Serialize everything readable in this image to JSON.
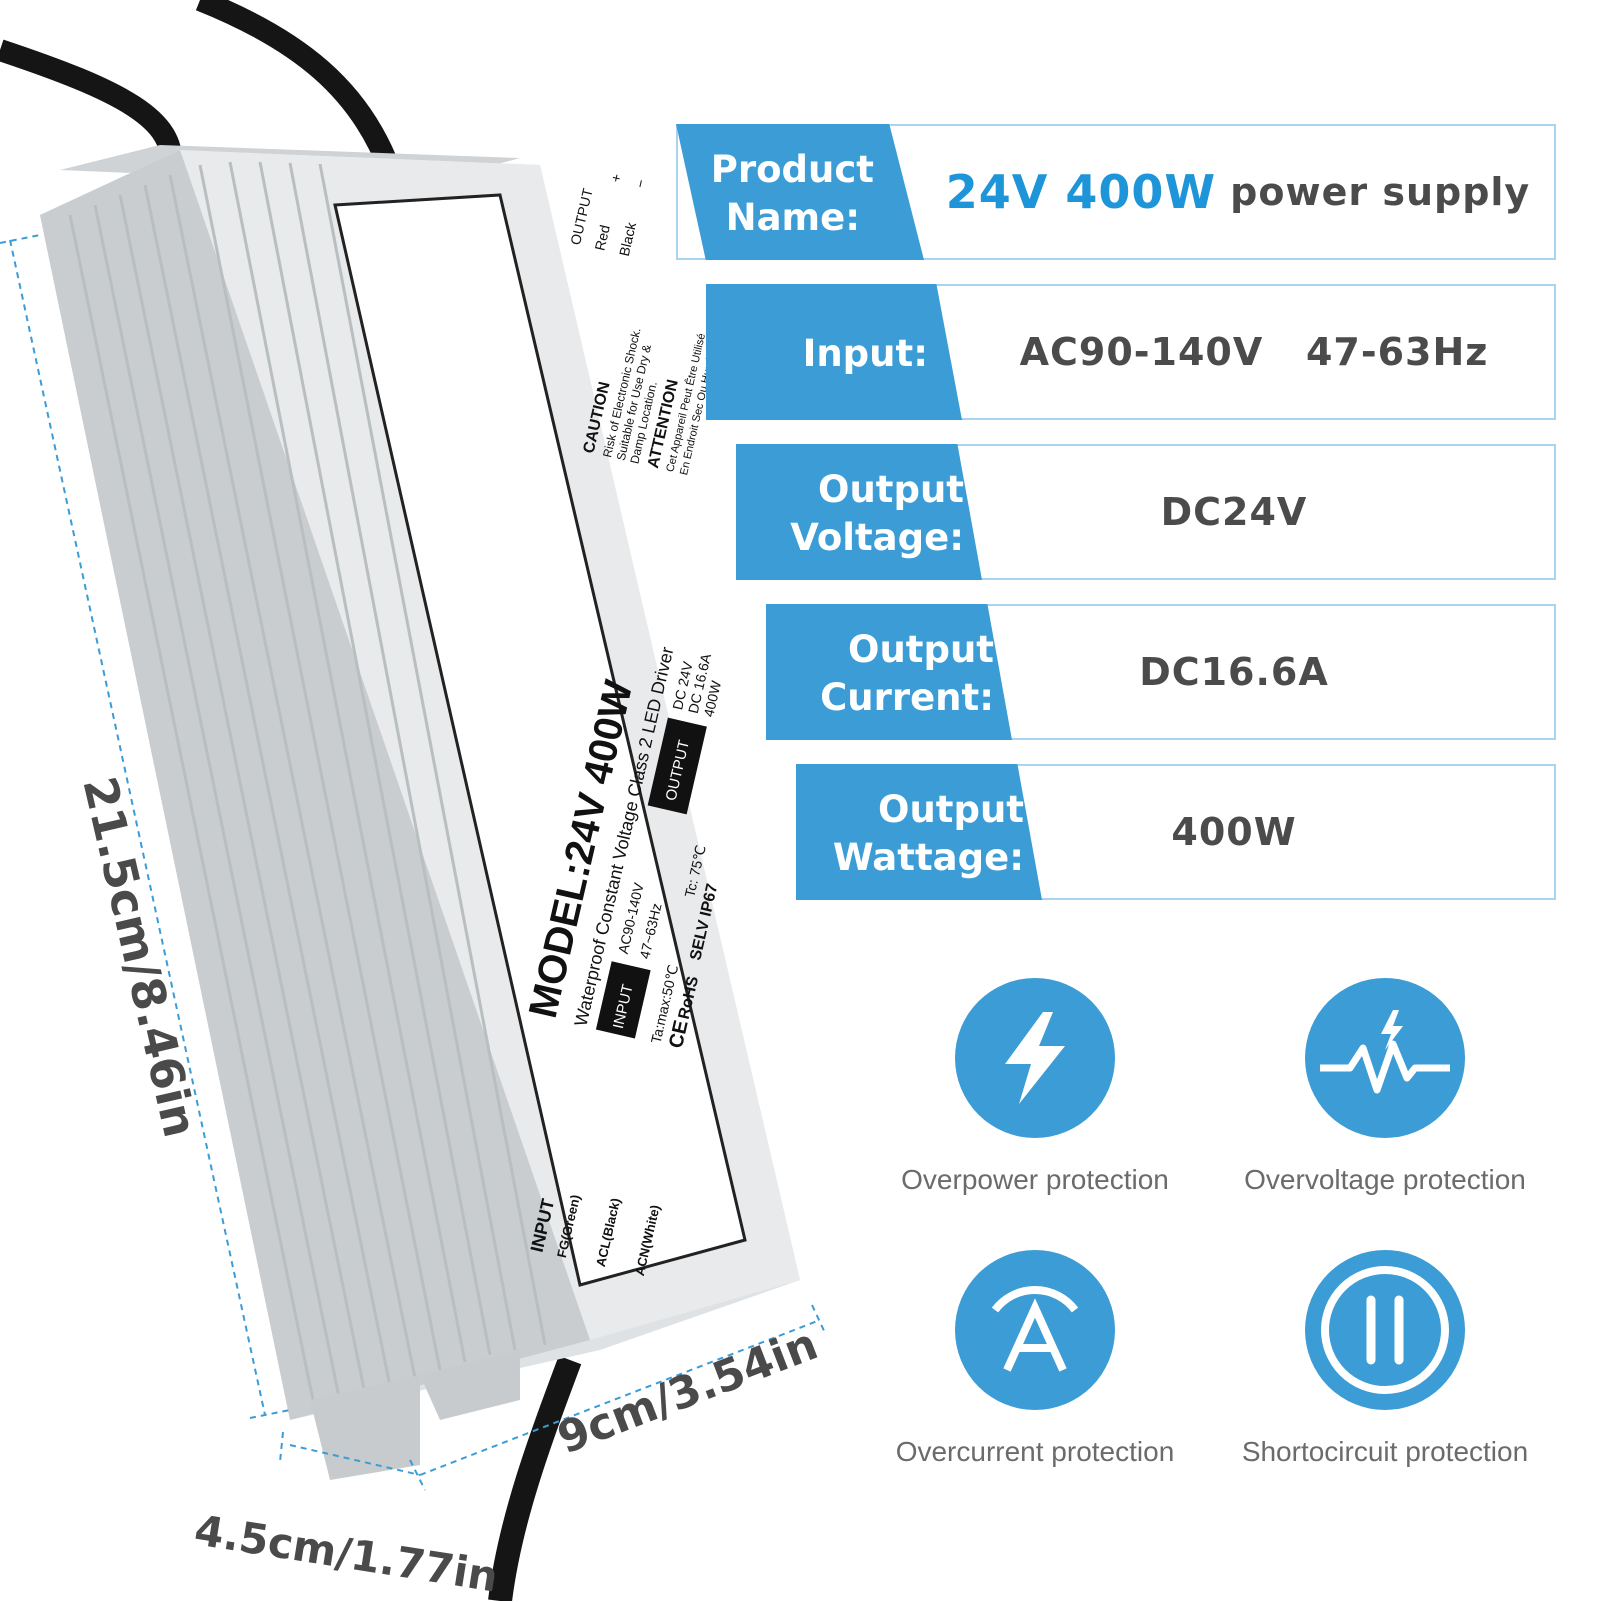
{
  "specs": {
    "product_name": {
      "label_line1": "Product",
      "label_line2": "Name:",
      "value_accent": "24V 400W",
      "value_rest": "power supply"
    },
    "input": {
      "label_line1": "Input:",
      "value": "AC90-140V   47-63Hz"
    },
    "output_voltage": {
      "label_line1": "Output",
      "label_line2": "Voltage:",
      "value": "DC24V"
    },
    "output_current": {
      "label_line1": "Output",
      "label_line2": "Current:",
      "value": "DC16.6A"
    },
    "output_wattage": {
      "label_line1": "Output",
      "label_line2": "Wattage:",
      "value": "400W"
    }
  },
  "features": [
    {
      "icon": "lightning-bolt-icon",
      "caption": "Overpower protection"
    },
    {
      "icon": "voltage-spike-icon",
      "caption": "Overvoltage protection"
    },
    {
      "icon": "ammeter-icon",
      "caption": "Overcurrent protection"
    },
    {
      "icon": "short-circuit-icon",
      "caption": "Shortocircuit protection"
    }
  ],
  "dimensions": {
    "length": "21.5cm/8.46in",
    "width": "9cm/3.54in",
    "height": "4.5cm/1.77in"
  },
  "device_label": {
    "output_header": "OUTPUT",
    "red": "Red",
    "black": "Black",
    "plus": "+",
    "minus": "−",
    "caution_title": "CAUTION",
    "caution_line1": "Risk of Electronic Shock.",
    "caution_line2": "Suitable for Use Dry &",
    "caution_line3": "Damp Location.",
    "attention_title": "ATTENTION",
    "attention_line1": "Cet Appareil Peut Être Utilisé",
    "attention_line2": "En Endroit Sec Ou Humide",
    "model": "MODEL:24V 400W",
    "subtitle": "Waterproof Constant Voltage Class 2 LED Driver",
    "input_box": "INPUT",
    "input_v": "AC90-140V",
    "input_hz": "47~63Hz",
    "output_box": "OUTPUT",
    "output_v": "DC 24V",
    "output_a": "DC 16.6A",
    "output_w": "400W",
    "ta": "Ta:max:50℃",
    "tc": "Tc: 75℃",
    "selv": "SELV  IP67",
    "rohs": "RoHS",
    "ce": "CE",
    "input_header": "INPUT",
    "fg": "FG(Green)",
    "acl": "ACL(Black)",
    "acn": "ACN(White)"
  },
  "colors": {
    "accent": "#3b9cd6",
    "accent_text": "#1e95d8",
    "row_border": "#a9d4ee",
    "text": "#4b4b4b"
  }
}
